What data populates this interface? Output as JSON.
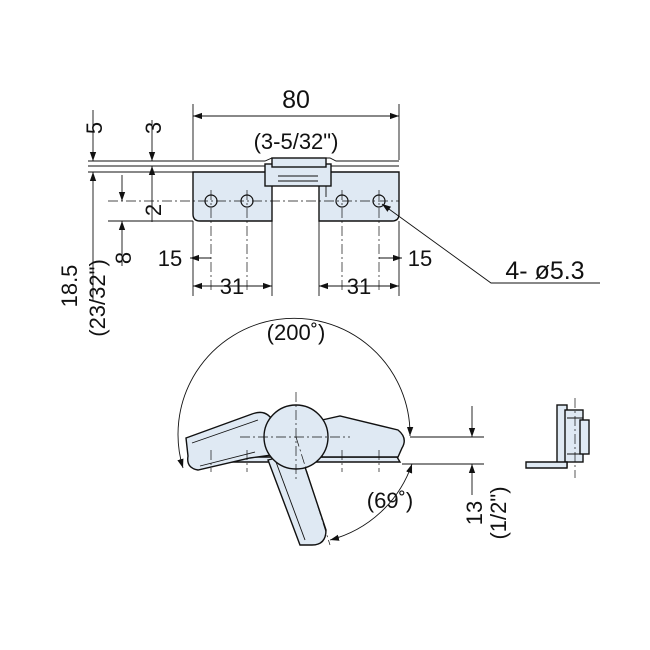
{
  "drawing": {
    "dimensions": {
      "overall_width": "80",
      "overall_width_inch": "(3-5/32\")",
      "top_offset": "5",
      "plate_step": "3",
      "edge_gap": "2",
      "hole_offset": "8",
      "height": "18.5",
      "height_inch": "(23/32\")",
      "left_edge": "15",
      "right_edge": "15",
      "left_spacing": "31",
      "right_spacing": "31",
      "holes": "4- ø5.3",
      "rotation": "(200˚)",
      "lever_angle": "(69˚)",
      "side_height": "13",
      "side_height_inch": "(1/2\")"
    },
    "colors": {
      "part_fill": "#dfe9f3",
      "line": "#111111"
    }
  }
}
